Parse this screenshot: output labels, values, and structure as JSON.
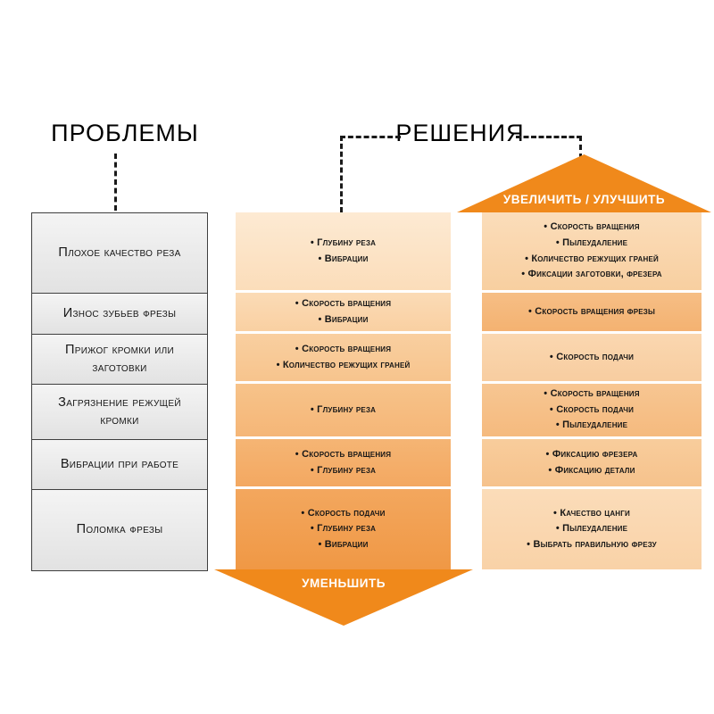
{
  "titles": {
    "problems": "ПРОБЛЕМЫ",
    "solutions": "РЕШЕНИЯ"
  },
  "problems": [
    "Плохое качество реза",
    "Износ зубьев фрезы",
    "Прижог кромки или заготовки",
    "Загрязнение режущей кромки",
    "Вибрации при работе",
    "Поломка фрезы"
  ],
  "decrease": {
    "arrow_label": "УМЕНЬШИТЬ",
    "rows": [
      [
        "Глубину реза",
        "Вибрации"
      ],
      [
        "Скорость вращения",
        "Вибрации"
      ],
      [
        "Скорость вращения",
        "Количество режущих граней"
      ],
      [
        "Глубину реза"
      ],
      [
        "Скорость вращения",
        "Глубину реза"
      ],
      [
        "Скорость подачи",
        "Глубину реза",
        "Вибрации"
      ]
    ]
  },
  "increase": {
    "arrow_label": "УВЕЛИЧИТЬ / УЛУЧШИТЬ",
    "rows": [
      [
        "Скорость вращения",
        "Пылеудаление",
        "Количество режущих граней",
        "Фиксации заготовки, фрезера"
      ],
      [
        "Скорость вращения фрезы"
      ],
      [
        "Скорость подачи"
      ],
      [
        "Скорость вращения",
        "Скорость подачи",
        "Пылеудаление"
      ],
      [
        "Фиксацию фрезера",
        "Фиксацию детали"
      ],
      [
        "Качество цанги",
        "Пылеудаление",
        "Выбрать правильную фрезу"
      ]
    ]
  },
  "colors": {
    "arrow_orange": "#F0891B",
    "gradient_light": "#FDEAD3",
    "gradient_dark": "#F09845",
    "box_gray": "#EAEAEA",
    "line_black": "#1A1A1A"
  }
}
